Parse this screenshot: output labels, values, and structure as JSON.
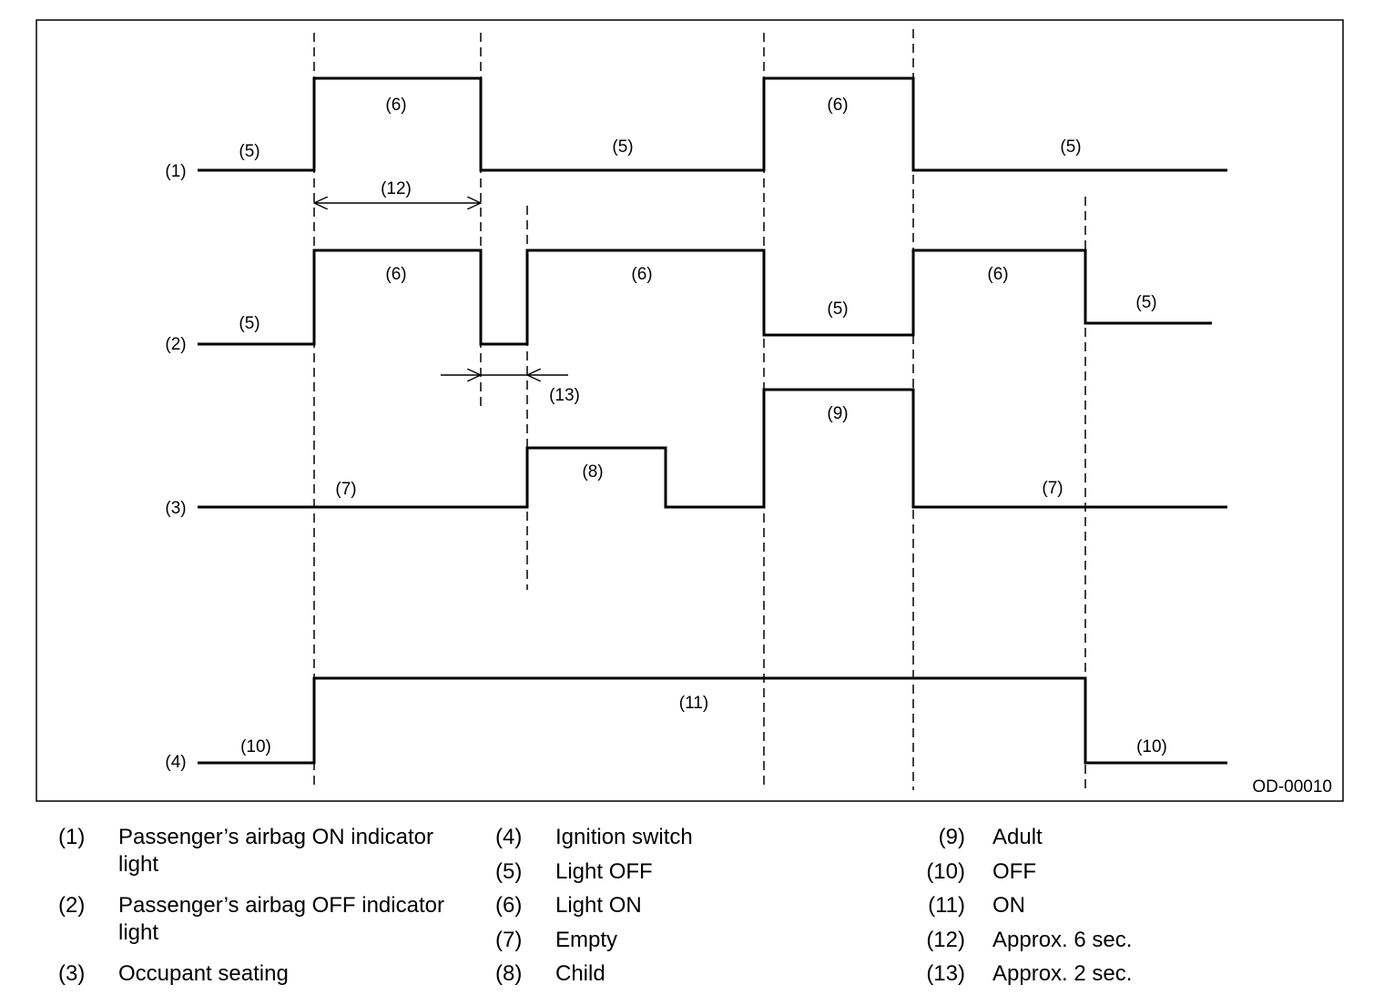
{
  "diagram_code": "OD-00010",
  "row_labels": [
    "(1)",
    "(2)",
    "(3)",
    "(4)"
  ],
  "waveform_labels": {
    "row1": [
      "(5)",
      "(6)",
      "(5)",
      "(6)",
      "(5)"
    ],
    "row2": [
      "(5)",
      "(6)",
      "(6)",
      "(5)",
      "(6)",
      "(5)"
    ],
    "row3": [
      "(7)",
      "(8)",
      "(9)",
      "(7)"
    ],
    "row4": [
      "(10)",
      "(11)",
      "(10)"
    ],
    "duration_12": "(12)",
    "duration_13": "(13)"
  },
  "legend": [
    {
      "num": "(1)",
      "text": "Passenger’s airbag ON indicator",
      "text2": "light"
    },
    {
      "num": "(2)",
      "text": "Passenger’s airbag OFF indicator",
      "text2": "light"
    },
    {
      "num": "(3)",
      "text": "Occupant seating"
    },
    {
      "num": "(4)",
      "text": "Ignition switch"
    },
    {
      "num": "(5)",
      "text": "Light OFF"
    },
    {
      "num": "(6)",
      "text": "Light ON"
    },
    {
      "num": "(7)",
      "text": "Empty"
    },
    {
      "num": "(8)",
      "text": "Child"
    },
    {
      "num": "(9)",
      "text": "Adult"
    },
    {
      "num": "(10)",
      "text": "OFF"
    },
    {
      "num": "(11)",
      "text": "ON"
    },
    {
      "num": "(12)",
      "text": "Approx. 6 sec."
    },
    {
      "num": "(13)",
      "text": "Approx. 2 sec."
    }
  ]
}
